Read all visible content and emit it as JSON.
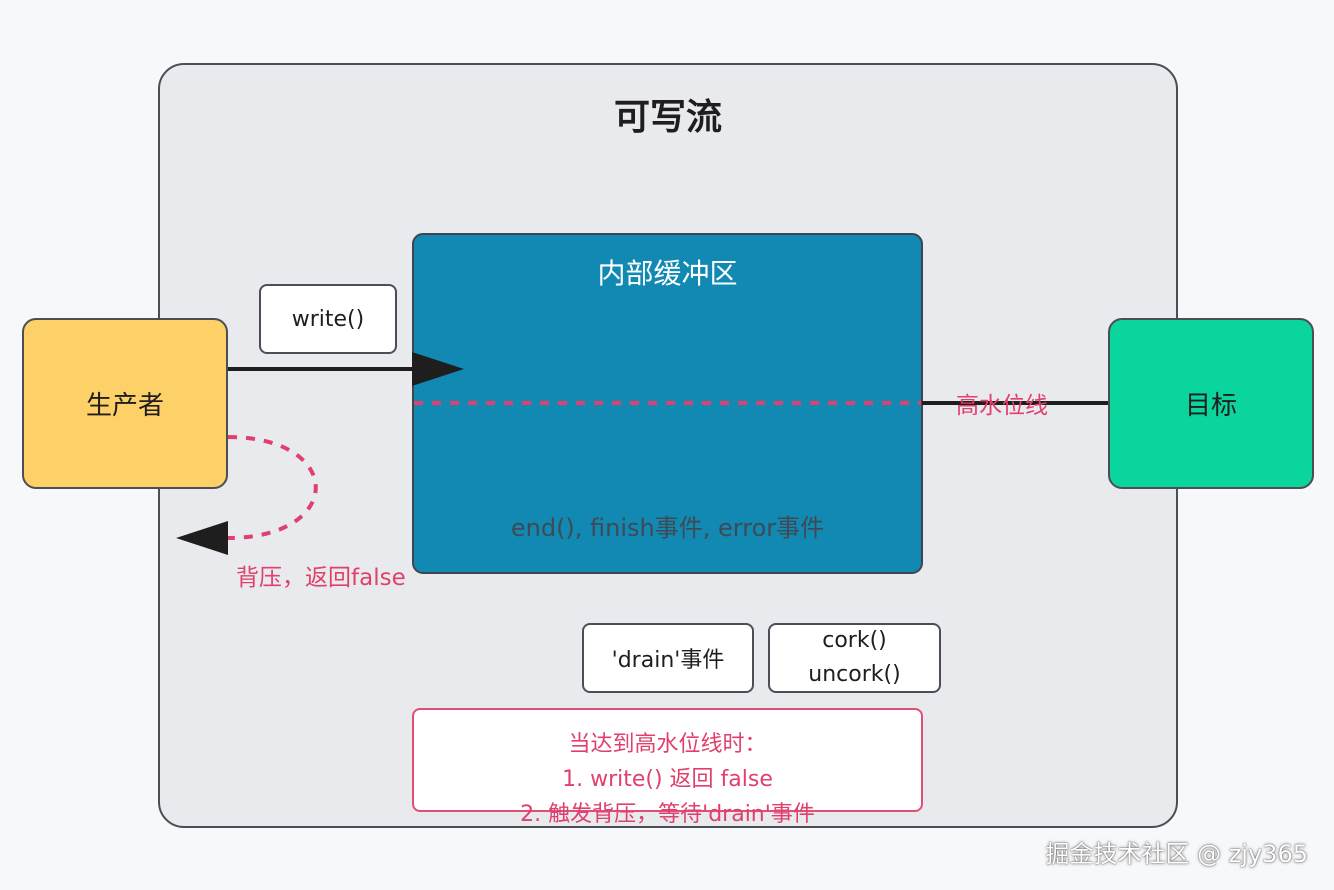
{
  "diagram": {
    "title": "可写流",
    "buffer": {
      "title": "内部缓冲区",
      "events": "end(), finish事件, error事件"
    },
    "producer": "生产者",
    "target": "目标",
    "write_label": "write()",
    "high_water_mark_label": "高水位线",
    "backpressure_label": "背压，返回false",
    "drain_label": "'drain'事件",
    "cork_lines": [
      "cork()",
      "uncork()"
    ],
    "note_lines": [
      "当达到高水位线时：",
      "1. write() 返回 false",
      "2. 触发背压，等待'drain'事件"
    ],
    "watermark": "掘金技术社区 @ zjy365"
  },
  "colors": {
    "container_bg": "#e9eaee",
    "buffer_bg": "#1189b3",
    "producer_bg": "#fdd068",
    "target_bg": "#0ad59d",
    "accent_pink": "#e0406b",
    "arrow": "#1e1e1e"
  }
}
